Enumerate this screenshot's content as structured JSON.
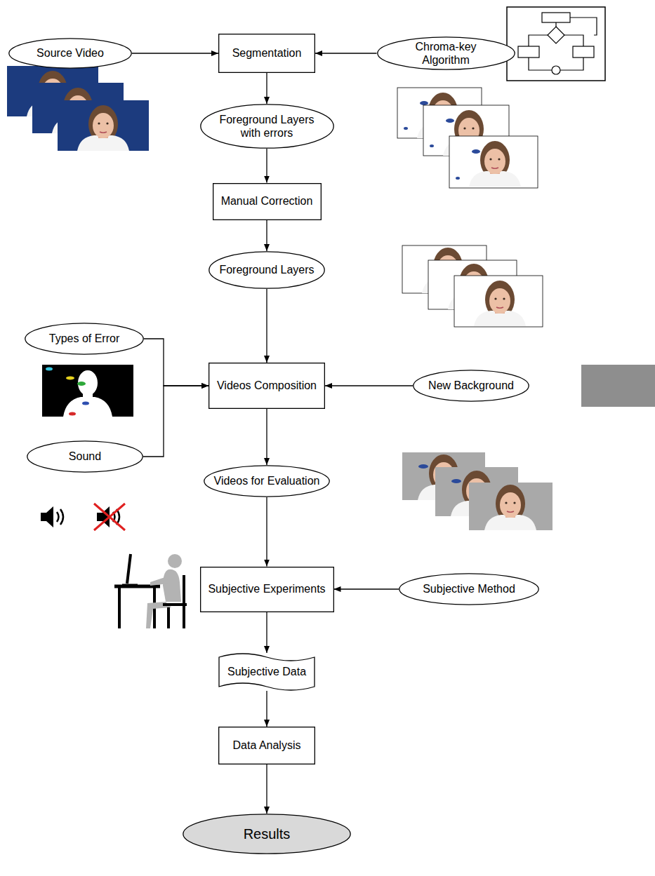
{
  "diagram": {
    "nodes": [
      {
        "text": [
          "Source Video"
        ]
      },
      {
        "text": [
          "Segmentation"
        ]
      },
      {
        "text": [
          "Chroma-key Algorithm"
        ]
      },
      {
        "text": [
          "Foreground Layers with errors"
        ]
      },
      {
        "text": [
          "Manual Correction"
        ]
      },
      {
        "text": [
          "Foreground Layers"
        ]
      },
      {
        "text": [
          "Types of Error"
        ]
      },
      {
        "text": [
          "Videos Composition"
        ]
      },
      {
        "text": [
          "New Background"
        ]
      },
      {
        "text": [
          "Sound"
        ]
      },
      {
        "text": [
          "Videos for Evaluation"
        ]
      },
      {
        "text": [
          "Subjective Experiments"
        ]
      },
      {
        "text": [
          "Subjective Method"
        ]
      },
      {
        "text": [
          "Subjective Data"
        ]
      },
      {
        "text": [
          "Data Analysis"
        ]
      },
      {
        "text": [
          "Results"
        ]
      }
    ],
    "edges": [
      {
        "from": 0,
        "to": 1,
        "arrow": "to"
      },
      {
        "from": 2,
        "to": 1,
        "arrow": "to"
      },
      {
        "from": 1,
        "to": 3,
        "arrow": "to"
      },
      {
        "from": 3,
        "to": 4,
        "arrow": "to"
      },
      {
        "from": 4,
        "to": 5,
        "arrow": "to"
      },
      {
        "from": 5,
        "to": 7,
        "arrow": "to"
      },
      {
        "from": 6,
        "to": 7,
        "arrow": "to"
      },
      {
        "from": 9,
        "to": 7,
        "arrow": "to"
      },
      {
        "from": 8,
        "to": 7,
        "arrow": "to"
      },
      {
        "from": 7,
        "to": 10,
        "arrow": "to"
      },
      {
        "from": 10,
        "to": 11,
        "arrow": "to"
      },
      {
        "from": 12,
        "to": 11,
        "arrow": "to"
      },
      {
        "from": 11,
        "to": 13,
        "arrow": "to"
      },
      {
        "from": 13,
        "to": 14,
        "arrow": "to"
      },
      {
        "from": 14,
        "to": 15,
        "arrow": "to"
      }
    ]
  }
}
